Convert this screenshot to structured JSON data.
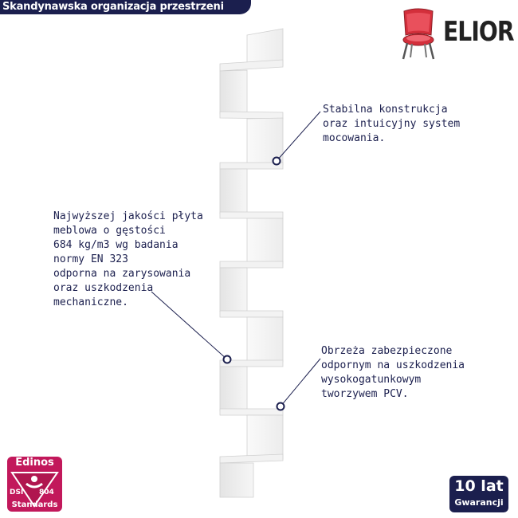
{
  "banner": {
    "title": "Skandynawska organizacja przestrzeni"
  },
  "brand": {
    "name": "ELIOR",
    "logo_icon": "chair-icon"
  },
  "callouts": {
    "top_right": [
      "Stabilna konstrukcja",
      "oraz intuicyjny system",
      "mocowania."
    ],
    "left": [
      "Najwyższej jakości płyta",
      "meblowa o gęstości",
      "684 kg/m3 wg badania",
      "normy EN 323",
      "odporna na zarysowania",
      "oraz uszkodzenia",
      "mechaniczne."
    ],
    "bottom_right": [
      "Obrzeża zabezpieczone",
      "odpornym na uszkodzenia",
      "wysokogatunkowym",
      "tworzywem PCV."
    ]
  },
  "badges": {
    "edinos": {
      "title": "Edinos",
      "dsi": "DSI",
      "number": "804",
      "standards": "Standards",
      "color": "#c2185b"
    },
    "warranty": {
      "big": "10 lat",
      "small": "Gwarancji",
      "color": "#1b1f4e"
    }
  },
  "colors": {
    "navy": "#1b1f4e",
    "chair_red": "#d32f3b"
  }
}
